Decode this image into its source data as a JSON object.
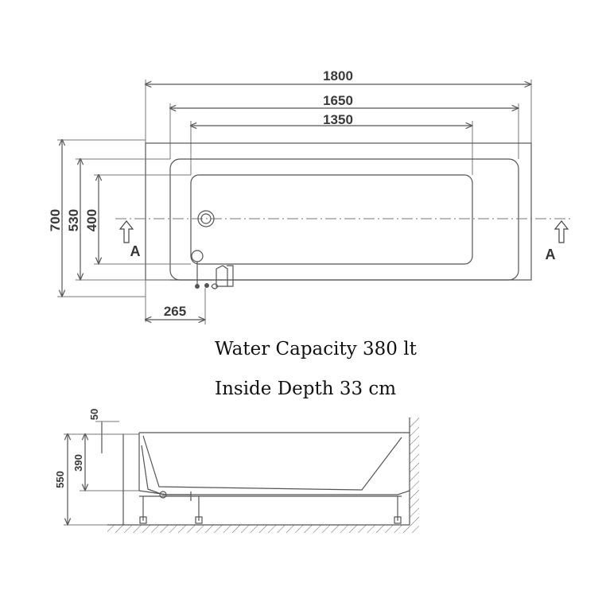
{
  "plan": {
    "widths": [
      "1800",
      "1650",
      "1350"
    ],
    "heights": [
      "700",
      "530",
      "400"
    ],
    "offset": "265",
    "section_marks": [
      "A",
      "A"
    ]
  },
  "specs": {
    "capacity": "Water Capacity 380 lt",
    "depth": "Inside Depth 33 cm"
  },
  "side": {
    "heights": [
      "50",
      "390",
      "550"
    ]
  }
}
